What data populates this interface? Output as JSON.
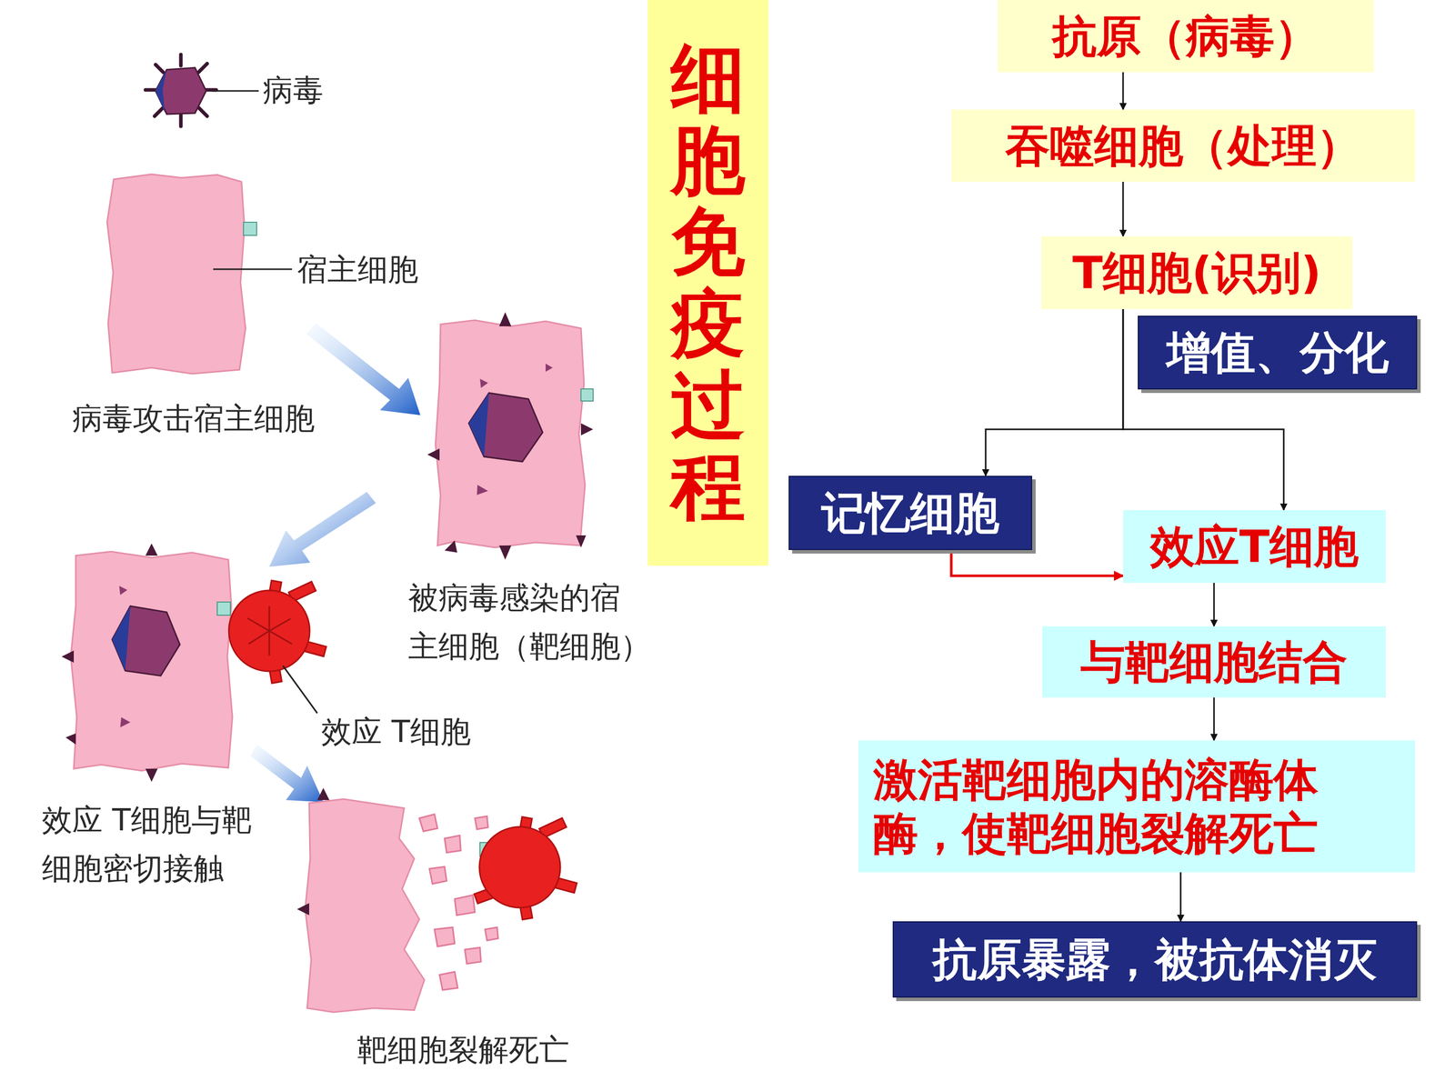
{
  "diagram": {
    "title": "细胞免疫过程",
    "nodes": [
      {
        "text": [
          "抗原（病毒）"
        ]
      },
      {
        "text": [
          "吞噬细胞（处理）"
        ]
      },
      {
        "text": [
          "T细胞(识别)"
        ]
      },
      {
        "text": [
          "增值、分化"
        ]
      },
      {
        "text": [
          "记忆细胞"
        ]
      },
      {
        "text": [
          "效应T细胞"
        ]
      },
      {
        "text": [
          "与靶细胞结合"
        ]
      },
      {
        "text": [
          "激活靶细胞内的溶酶体酶，使靶细胞裂解死亡"
        ]
      },
      {
        "text": [
          "抗原暴露，被抗体消灭"
        ]
      }
    ],
    "edges": [
      {
        "from": 0,
        "to": 1,
        "arrow": "to"
      },
      {
        "from": 1,
        "to": 2,
        "arrow": "to"
      },
      {
        "from": 2,
        "to": 4,
        "arrow": "to"
      },
      {
        "from": 2,
        "to": 5,
        "arrow": "to"
      },
      {
        "from": 4,
        "to": 5,
        "arrow": "to"
      },
      {
        "from": 5,
        "to": 6,
        "arrow": "to"
      },
      {
        "from": 6,
        "to": 7,
        "arrow": "to"
      },
      {
        "from": 7,
        "to": 8,
        "arrow": "to"
      }
    ],
    "labels": [
      "病毒",
      "宿主细胞",
      "病毒攻击宿主细胞",
      "被病毒感染的宿 主细胞（靶细胞）",
      "效应 T细胞",
      "效应 T细胞与靶 细胞密切接触",
      "靶细胞裂解死亡"
    ]
  }
}
